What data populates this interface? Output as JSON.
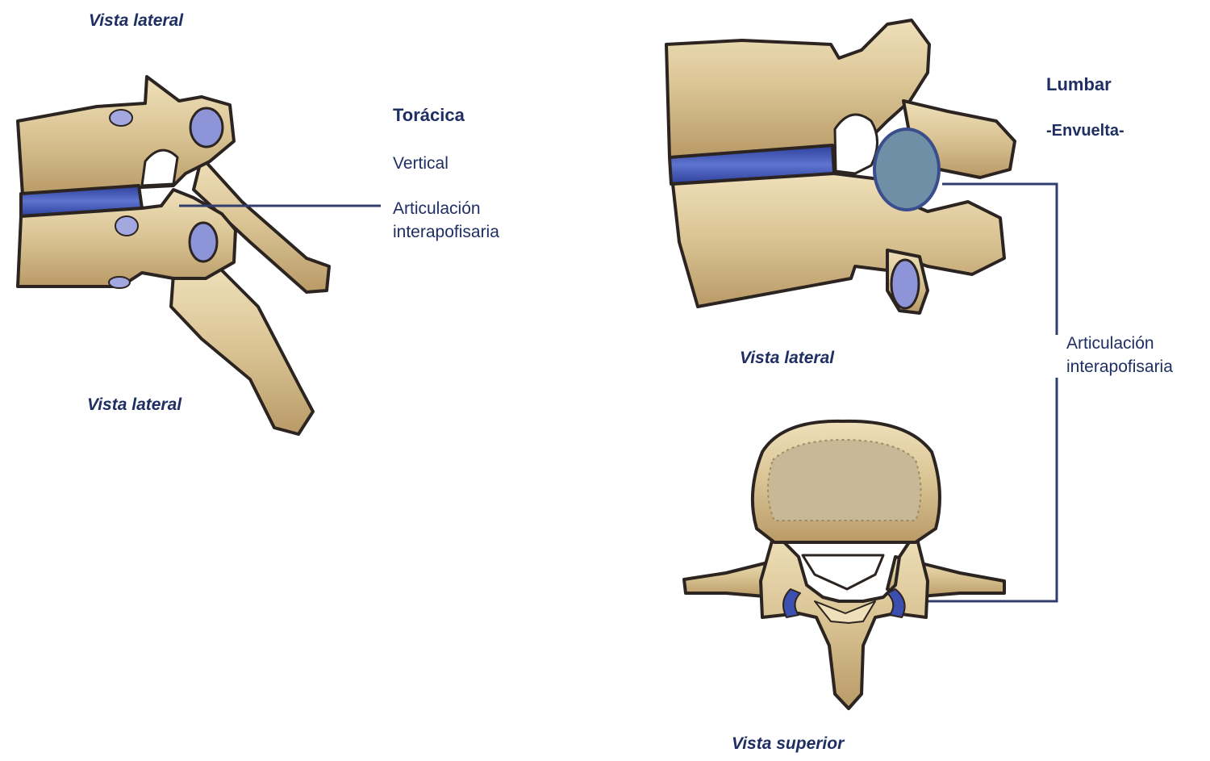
{
  "colors": {
    "bone": "#d9c393",
    "bone_light": "#ecdcb4",
    "bone_shade": "#a8895a",
    "outline": "#2b2420",
    "disc": "#3b4fb0",
    "disc_light": "#7f8fd6",
    "facet": "#8d94d8",
    "facet_capsule": "#6f8fa6",
    "text": "#1f2f63",
    "leader": "#2f3e6e"
  },
  "thoracic": {
    "view_label_top": "Vista lateral",
    "view_label_bottom": "Vista lateral",
    "title": "Torácica",
    "orientation": "Vertical",
    "joint_line1": "Articulación",
    "joint_line2": "interapofisaria"
  },
  "lumbar": {
    "title": "Lumbar",
    "subtitle": "-Envuelta-",
    "view_label_lateral": "Vista lateral",
    "view_label_superior": "Vista superior",
    "joint_line1": "Articulación",
    "joint_line2": "interapofisaria"
  }
}
